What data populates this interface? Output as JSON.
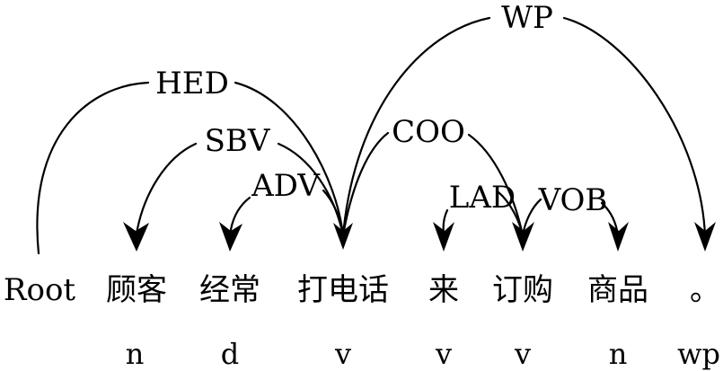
{
  "tokens": [
    {
      "word": "Root",
      "pos": ""
    },
    {
      "word": "顾客",
      "pos": "n"
    },
    {
      "word": "经常",
      "pos": "d"
    },
    {
      "word": "打电话",
      "pos": "v"
    },
    {
      "word": "来",
      "pos": "v"
    },
    {
      "word": "订购",
      "pos": "v"
    },
    {
      "word": "商品",
      "pos": "n"
    },
    {
      "word": "。",
      "pos": "wp"
    }
  ],
  "arcs": [
    {
      "label": "HED",
      "head": 0,
      "dep": 3
    },
    {
      "label": "SBV",
      "head": 3,
      "dep": 1
    },
    {
      "label": "ADV",
      "head": 3,
      "dep": 2
    },
    {
      "label": "WP",
      "head": 3,
      "dep": 7
    },
    {
      "label": "COO",
      "head": 3,
      "dep": 5
    },
    {
      "label": "LAD",
      "head": 5,
      "dep": 4
    },
    {
      "label": "VOB",
      "head": 5,
      "dep": 6
    }
  ]
}
